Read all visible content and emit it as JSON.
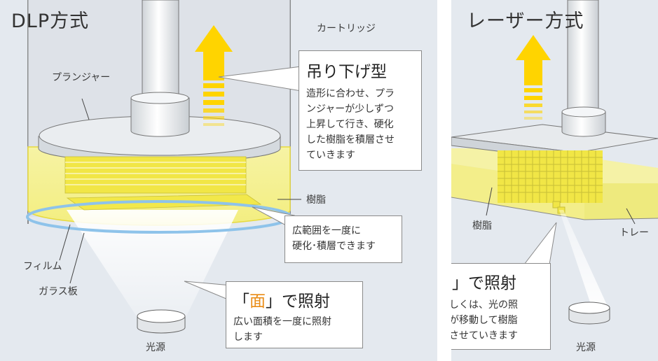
{
  "dlp": {
    "title": "DLP方式",
    "labels": {
      "cartridge": "カートリッジ",
      "plunger": "プランジャー",
      "resin": "樹脂",
      "film": "フィルム",
      "glass": "ガラス板",
      "light_source": "光源"
    },
    "callout_hang": {
      "title": "吊り下げ型",
      "body": "造形に合わせ、プラ\nンジャーが少しずつ\n上昇して行き、硬化\nした樹脂を積層させ\nていきます"
    },
    "callout_area": {
      "body": "広範囲を一度に\n硬化･積層できます"
    },
    "callout_surface": {
      "title_open": "「",
      "title_accent": "面",
      "title_rest": "」で照射",
      "body": "広い面積を一度に照射\nします"
    }
  },
  "laser": {
    "title": "レーザー方式",
    "labels": {
      "resin": "樹脂",
      "tray": "トレー",
      "light_source": "光源"
    },
    "callout_point": {
      "title": "「点」で照射",
      "body": "光源もしくは、光の照\n射位置が移動して樹脂\nを硬化させていきます"
    }
  },
  "colors": {
    "background": "#e4e9ef",
    "resin": "#f3ef8c",
    "resin_edge": "#f0e34a",
    "arrow": "#ffd400",
    "accent": "#e98c16",
    "film": "#8ec3ea"
  }
}
